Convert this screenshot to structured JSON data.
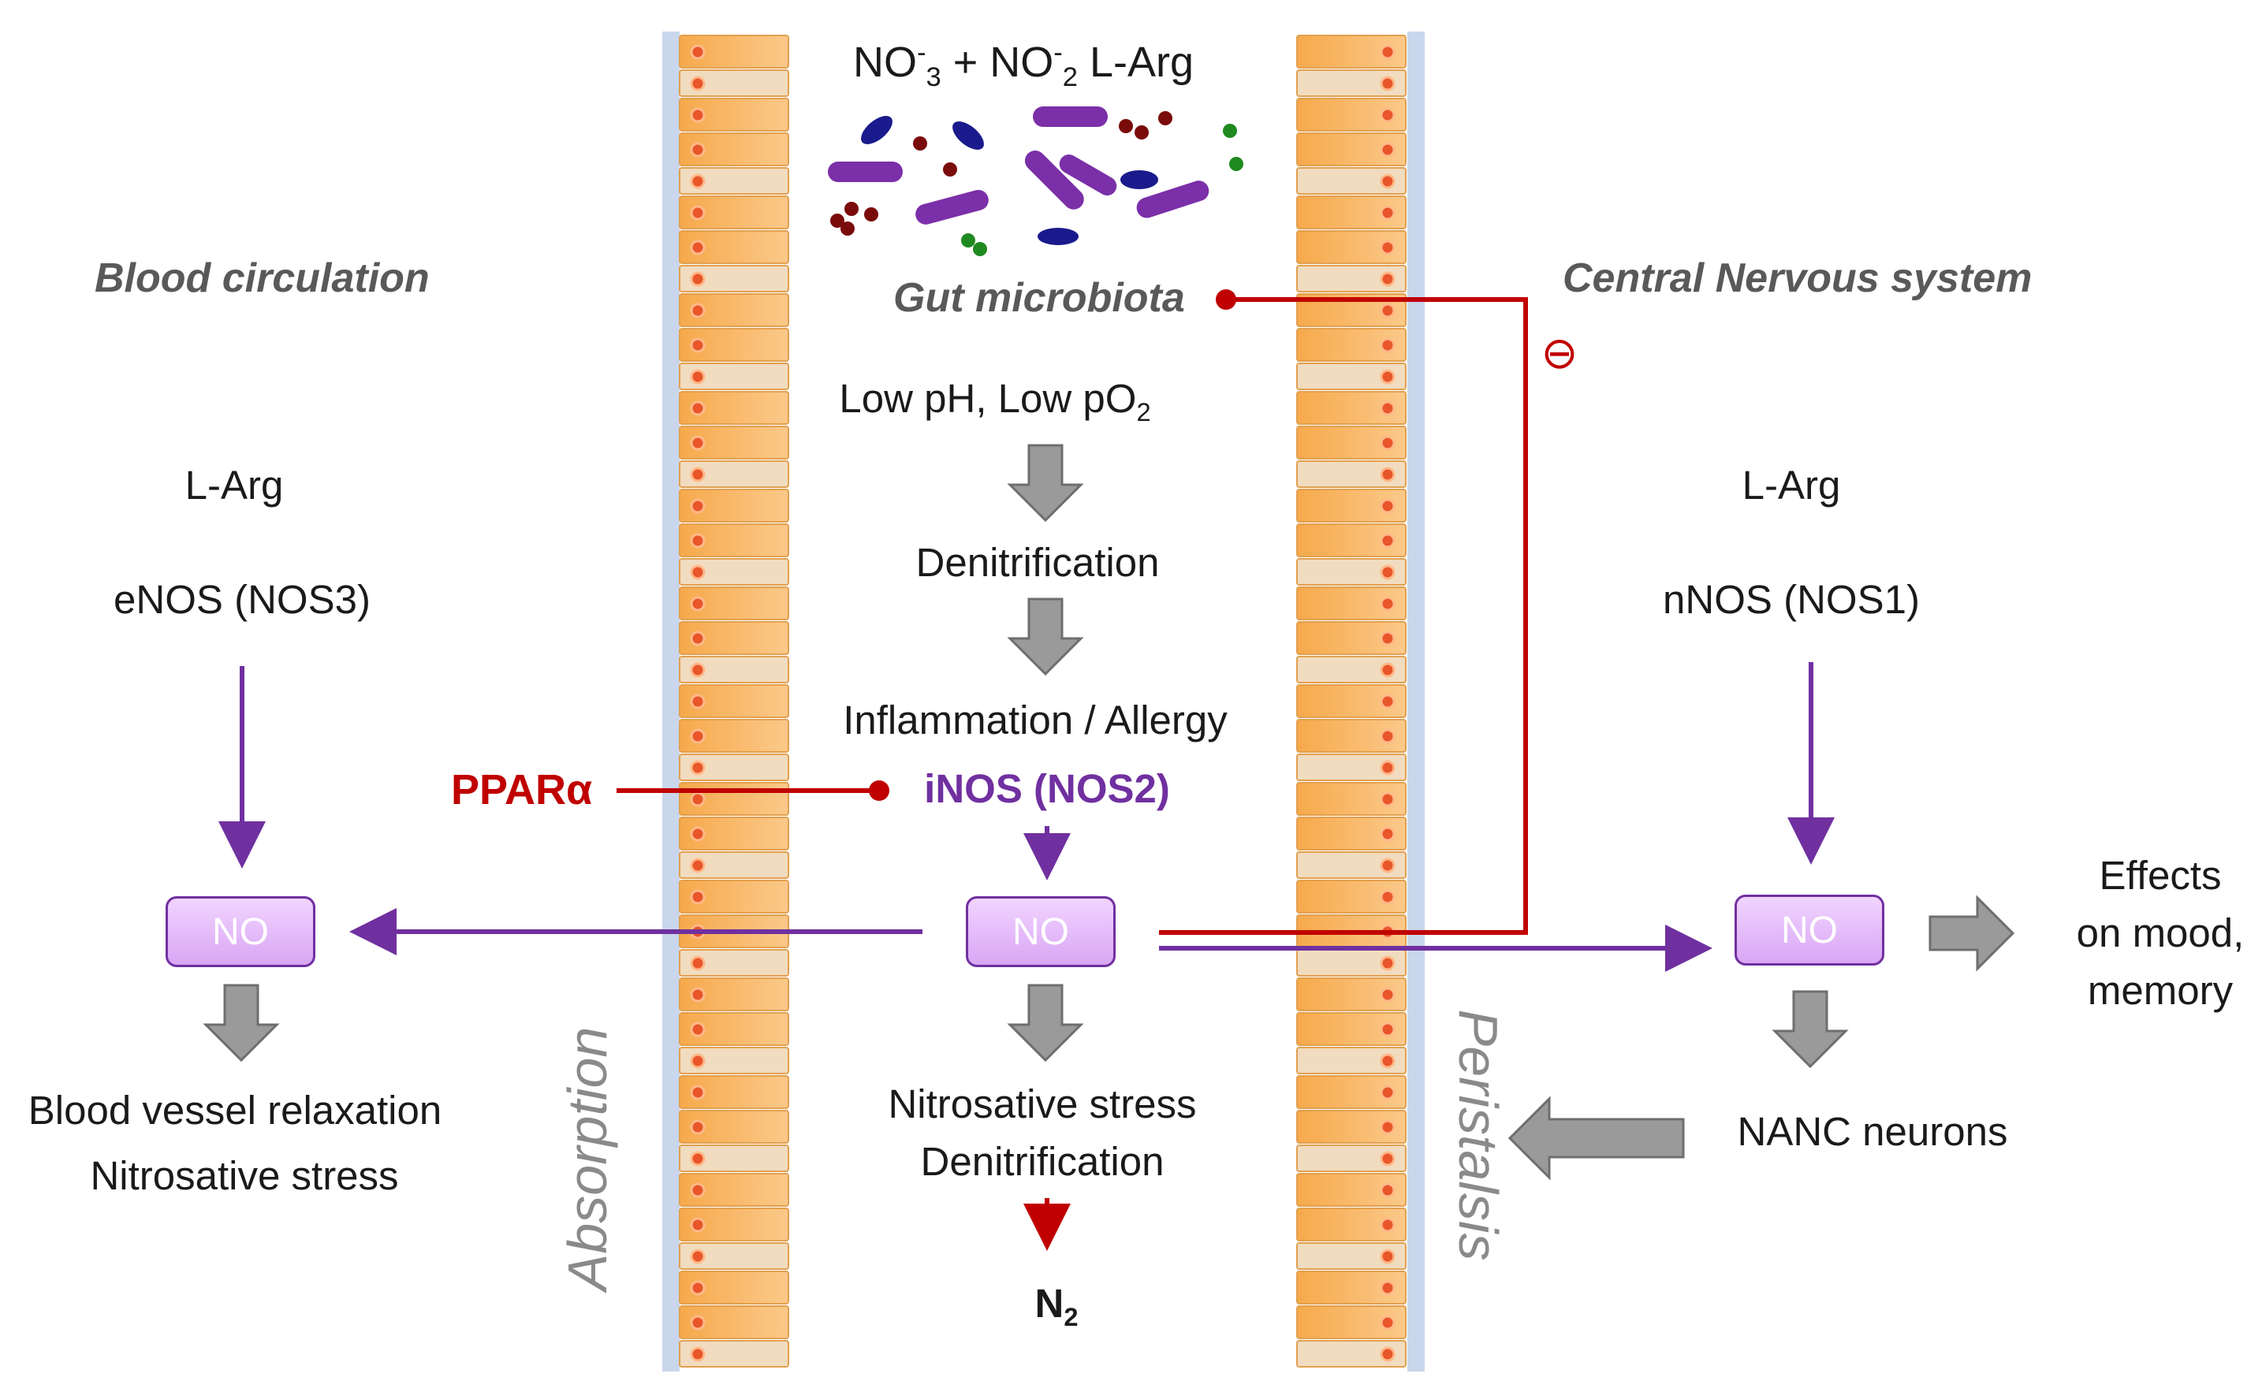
{
  "colors": {
    "purple": "#7030a0",
    "red": "#c00000",
    "grey_arrow": "#9a9a9a",
    "cell": "#f7b866",
    "nucleus": "#e8562a"
  },
  "headings": {
    "blood": "Blood circulation",
    "gut": "Gut microbiota",
    "cns": "Central Nervous system"
  },
  "top": {
    "nitrate": "NO",
    "nitrate_sup": "-",
    "nitrate_sub": "3",
    "plus": " + ",
    "nitrite": "NO",
    "nitrite_sup": "-",
    "nitrite_sub": "2",
    "larg": " L-Arg"
  },
  "center": {
    "conditions_a": "Low pH, Low pO",
    "conditions_sub": "2",
    "denitrification": "Denitrification",
    "inflammation": "Inflammation / Allergy",
    "inos": "iNOS (NOS2)",
    "no": "NO",
    "stress_1": "Nitrosative stress",
    "stress_2": "Denitrification",
    "n2": "N",
    "n2_sub": "2"
  },
  "left": {
    "larg": "L-Arg",
    "enos": "eNOS (NOS3)",
    "no": "NO",
    "effect_1": "Blood vessel relaxation",
    "effect_2": "Nitrosative stress"
  },
  "right": {
    "larg": "L-Arg",
    "nnos": "nNOS (NOS1)",
    "no": "NO",
    "effects": "Effects on mood, memory",
    "effects_1": "Effects",
    "effects_2": "on mood,",
    "effects_3": "memory",
    "nanc": "NANC neurons"
  },
  "ppara": "PPARα",
  "inhibit_symbol": "⊖",
  "absorption": "Absorption",
  "peristalsis": "Peristalsis"
}
